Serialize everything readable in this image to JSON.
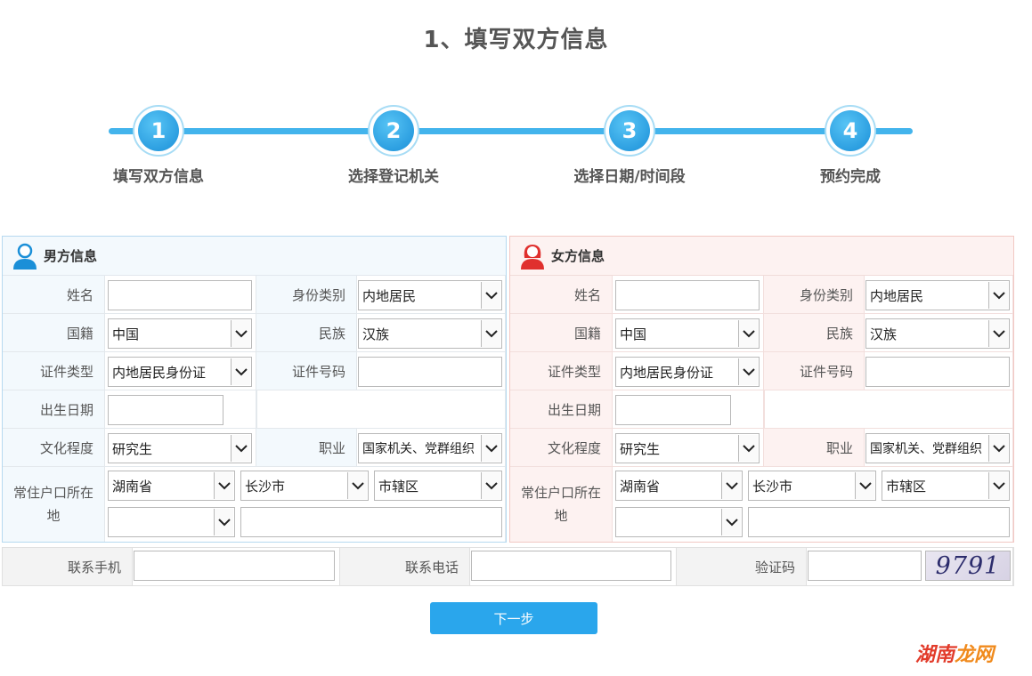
{
  "page_title": "1、填写双方信息",
  "steps": [
    {
      "number": "1",
      "label": "填写双方信息"
    },
    {
      "number": "2",
      "label": "选择登记机关"
    },
    {
      "number": "3",
      "label": "选择日期/时间段"
    },
    {
      "number": "4",
      "label": "预约完成"
    }
  ],
  "male": {
    "title": "男方信息",
    "name_label": "姓名",
    "name_value": "",
    "id_category_label": "身份类别",
    "id_category_value": "内地居民",
    "nationality_label": "国籍",
    "nationality_value": "中国",
    "ethnicity_label": "民族",
    "ethnicity_value": "汉族",
    "id_type_label": "证件类型",
    "id_type_value": "内地居民身份证",
    "id_number_label": "证件号码",
    "id_number_value": "",
    "birth_label": "出生日期",
    "birth_value": "",
    "education_label": "文化程度",
    "education_value": "研究生",
    "occupation_label": "职业",
    "occupation_value": "国家机关、党群组织",
    "residence_label": "常住户口所在地",
    "province_value": "湖南省",
    "city_value": "长沙市",
    "district_value": "市辖区",
    "town_value": "",
    "address_value": ""
  },
  "female": {
    "title": "女方信息",
    "name_label": "姓名",
    "name_value": "",
    "id_category_label": "身份类别",
    "id_category_value": "内地居民",
    "nationality_label": "国籍",
    "nationality_value": "中国",
    "ethnicity_label": "民族",
    "ethnicity_value": "汉族",
    "id_type_label": "证件类型",
    "id_type_value": "内地居民身份证",
    "id_number_label": "证件号码",
    "id_number_value": "",
    "birth_label": "出生日期",
    "birth_value": "",
    "education_label": "文化程度",
    "education_value": "研究生",
    "occupation_label": "职业",
    "occupation_value": "国家机关、党群组织",
    "residence_label": "常住户口所在地",
    "province_value": "湖南省",
    "city_value": "长沙市",
    "district_value": "市辖区",
    "town_value": "",
    "address_value": ""
  },
  "contact": {
    "mobile_label": "联系手机",
    "mobile_value": "",
    "phone_label": "联系电话",
    "phone_value": "",
    "captcha_label": "验证码",
    "captcha_value": "",
    "captcha_image_text": "9791"
  },
  "next_button": "下一步",
  "watermark": {
    "part1": "湖南",
    "part2": "龙网"
  },
  "colors": {
    "accent": "#2aa6ec",
    "male_panel_bg": "#f3f9fd",
    "female_panel_bg": "#fdf2f1",
    "male_icon": "#1a8fd8",
    "female_icon": "#e0302e"
  }
}
